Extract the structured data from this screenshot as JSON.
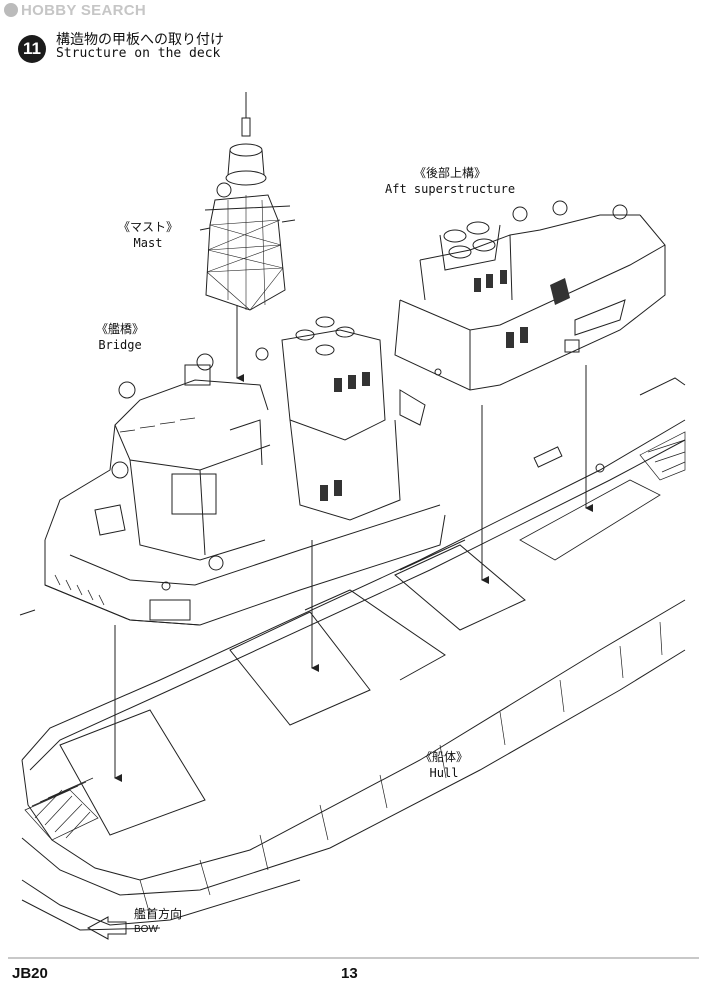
{
  "watermark": "HOBBY SEARCH",
  "step": {
    "number": "11",
    "title_jp": "構造物の甲板への取り付け",
    "title_en": "Structure on the deck"
  },
  "labels": {
    "mast": {
      "jp": "《マスト》",
      "en": "Mast"
    },
    "bridge": {
      "jp": "《艦橋》",
      "en": "Bridge"
    },
    "aft": {
      "jp": "《後部上構》",
      "en": "Aft superstructure"
    },
    "hull": {
      "jp": "《船体》",
      "en": "Hull"
    },
    "bow": {
      "jp": "艦首方向",
      "en": "BOW"
    }
  },
  "footer": {
    "code": "JB20",
    "page": "13"
  }
}
